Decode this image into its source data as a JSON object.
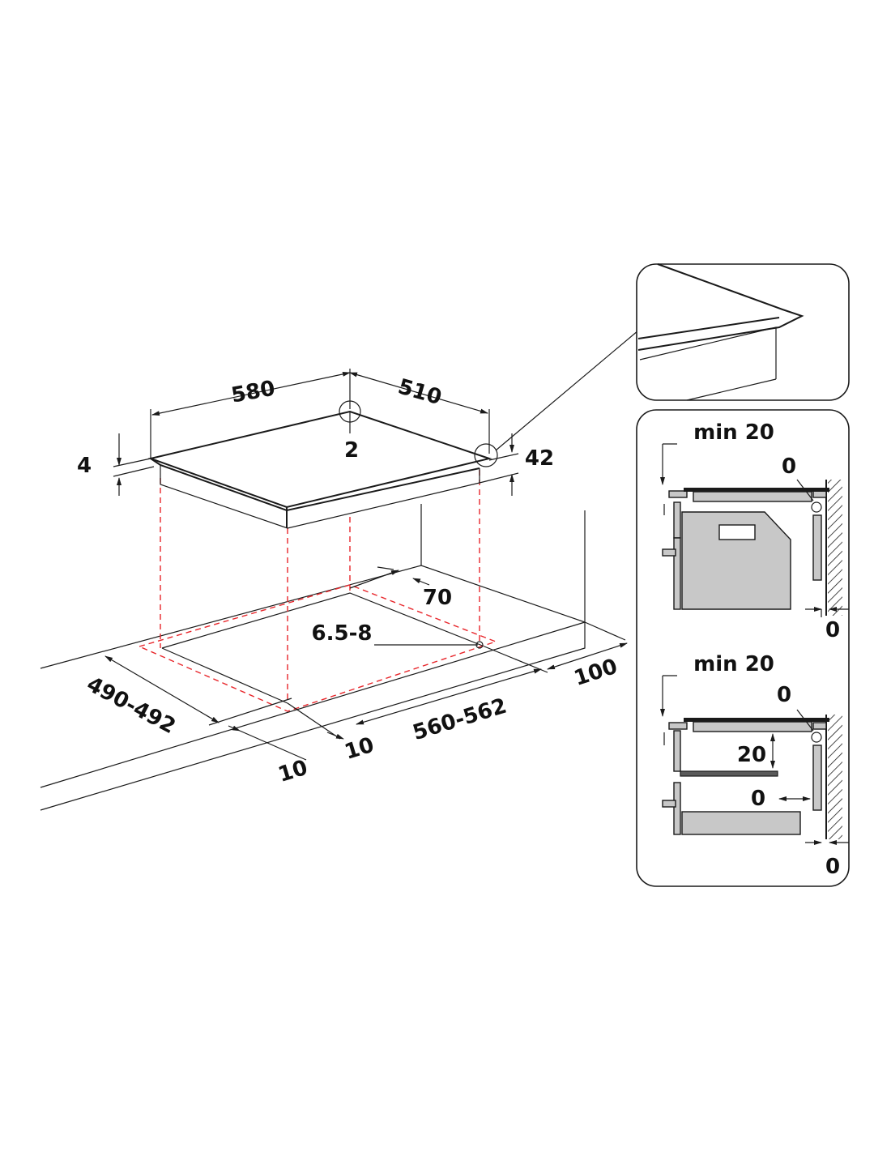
{
  "main_drawing": {
    "dims": {
      "width_580": "580",
      "depth_510": "510",
      "offset_2": "2",
      "glass_4": "4",
      "height_42": "42",
      "setback_70": "70",
      "clip_6_5_8": "6.5-8",
      "cutout_depth": "490-492",
      "cutout_width": "560-562",
      "wall_100": "100",
      "edge_10_a": "10",
      "edge_10_b": "10"
    }
  },
  "detail_top": {
    "min_label": "min 20",
    "zero_top": "0",
    "zero_bottom": "0"
  },
  "detail_bottom": {
    "min_label": "min 20",
    "zero_top": "0",
    "gap_20": "20",
    "zero_mid": "0",
    "zero_bottom": "0"
  },
  "colors": {
    "line": "#1a1a1a",
    "guide": "#e8262b",
    "fill_grey": "#c8c8c8"
  }
}
